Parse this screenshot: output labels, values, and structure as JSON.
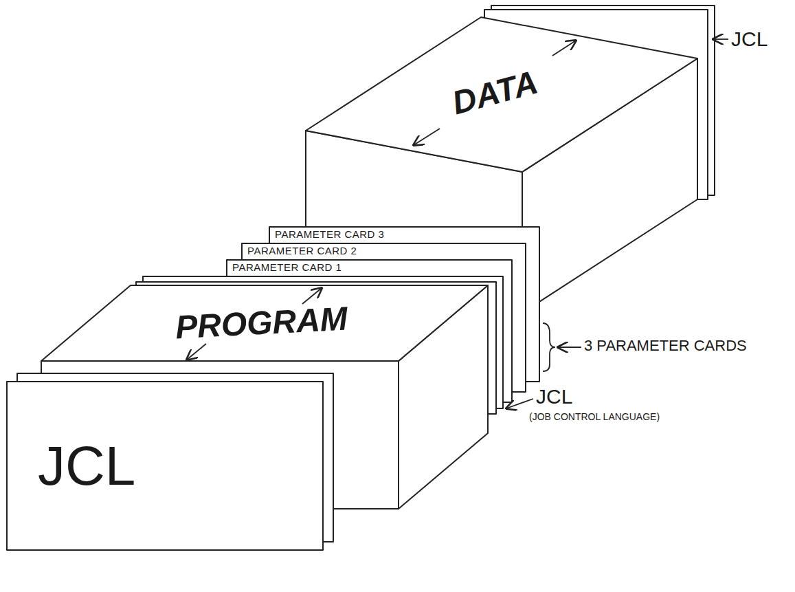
{
  "diagram": {
    "nodes": [
      {
        "text": [
          "JCL"
        ]
      },
      {
        "text": [
          "PROGRAM"
        ]
      },
      {
        "text": [
          "PARAMETER CARD 1"
        ]
      },
      {
        "text": [
          "PARAMETER CARD 2"
        ]
      },
      {
        "text": [
          "PARAMETER CARD 3"
        ]
      },
      {
        "text": [
          "DATA"
        ]
      }
    ],
    "labels": [
      "JCL",
      "3 PARAMETER CARDS",
      "JCL",
      "(JOB CONTROL LANGUAGE)"
    ]
  }
}
